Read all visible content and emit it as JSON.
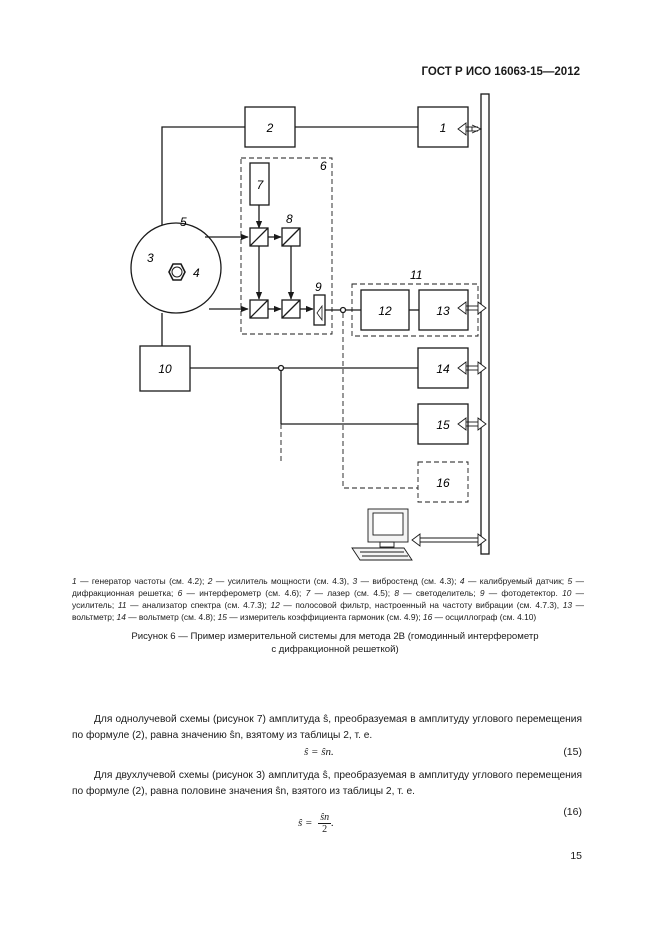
{
  "header": {
    "standard": "ГОСТ Р ИСО 16063-15—2012"
  },
  "figure": {
    "blocks": {
      "b1": "1",
      "b2": "2",
      "b7": "7",
      "b10": "10",
      "b12": "12",
      "b13": "13",
      "b14": "14",
      "b15": "15",
      "b16": "16"
    },
    "labels": {
      "l3": "3",
      "l4": "4",
      "l5": "5",
      "l6": "6",
      "l8": "8",
      "l9": "9",
      "l11": "11"
    }
  },
  "legend": [
    {
      "n": "1",
      "t": " — генератор частоты (см. 4.2); "
    },
    {
      "n": "2",
      "t": " — усилитель мощности (см. 4.3), "
    },
    {
      "n": "3",
      "t": " — вибростенд (см. 4.3); "
    },
    {
      "n": "4",
      "t": " — калибруемый датчик; "
    },
    {
      "n": "5",
      "t": " — дифракционная решетка; "
    },
    {
      "n": "6",
      "t": " — интерферометр (см. 4.6); "
    },
    {
      "n": "7",
      "t": " — лазер (см. 4.5); "
    },
    {
      "n": "8",
      "t": " — светоделитель; "
    },
    {
      "n": "9",
      "t": " — фотодетектор. "
    },
    {
      "n": "10",
      "t": " — усилитель; "
    },
    {
      "n": "11",
      "t": " — анализатор спектра (см. 4.7.3); "
    },
    {
      "n": "12",
      "t": " — полосовой фильтр, настроенный на частоту вибрации (см. 4.7.3), "
    },
    {
      "n": "13",
      "t": " — вольтметр; "
    },
    {
      "n": "14",
      "t": " — вольтметр (см. 4.8); "
    },
    {
      "n": "15",
      "t": " — измеритель коэффициента гармоник (см. 4.9); "
    },
    {
      "n": "16",
      "t": " — осциллограф (см. 4.10)"
    }
  ],
  "caption": {
    "line1": "Рисунок 6 — Пример измерительной системы для метода 2В (гомодинный интерферометр",
    "line2": "с дифракционной решеткой)"
  },
  "paragraphs": {
    "p1": "Для однолучевой схемы (рисунок 7) амплитуда ŝ, преобразуемая в амплитуду углового перемещения по формуле (2), равна значению ŝn, взятому из таблицы 2, т. е.",
    "p2": "Для двухлучевой схемы (рисунок 3) амплитуда ŝ, преобразуемая в амплитуду углового перемещения по формуле (2), равна половине значения ŝn, взятого из таблицы 2, т. е."
  },
  "equations": {
    "eq15": "ŝ = ŝn.",
    "eq15_num": "(15)",
    "eq16_lhs": "ŝ =",
    "eq16_num_top": "ŝn",
    "eq16_den": "2",
    "eq16_tail": ".",
    "eq16_num": "(16)"
  },
  "page": {
    "number": "15"
  }
}
